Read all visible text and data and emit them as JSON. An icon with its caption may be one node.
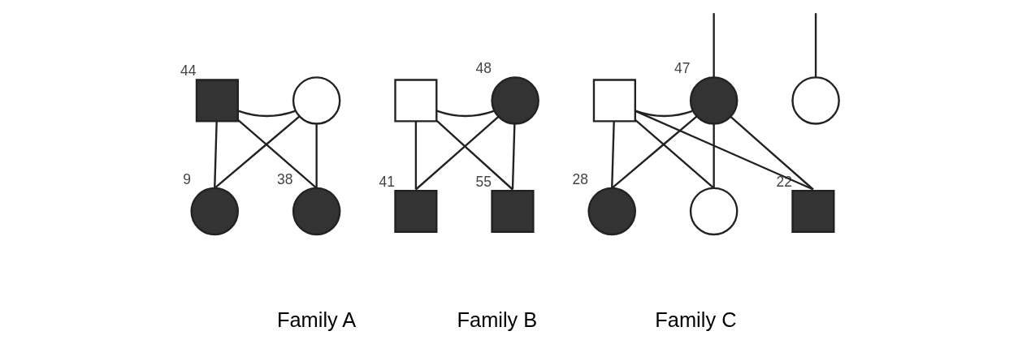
{
  "diagram": {
    "nodes": [
      {
        "text": [],
        "shape": "box",
        "beside": [
          "44"
        ]
      },
      {
        "text": [],
        "shape": "circle"
      },
      {
        "text": [],
        "shape": "circle",
        "beside": [
          "9"
        ]
      },
      {
        "text": [],
        "shape": "circle",
        "beside": [
          "38"
        ]
      },
      {
        "text": [],
        "shape": "box"
      },
      {
        "text": [],
        "shape": "circle",
        "beside": [
          "48"
        ]
      },
      {
        "text": [],
        "shape": "box",
        "beside": [
          "41"
        ]
      },
      {
        "text": [],
        "shape": "box",
        "beside": [
          "55"
        ]
      },
      {
        "text": [],
        "shape": "box"
      },
      {
        "text": [],
        "shape": "circle",
        "beside": [
          "47"
        ]
      },
      {
        "text": [],
        "shape": "circle"
      },
      {
        "text": [],
        "shape": "circle",
        "beside": [
          "28"
        ]
      },
      {
        "text": [],
        "shape": "circle"
      },
      {
        "text": [],
        "shape": "box",
        "beside": [
          "22"
        ]
      }
    ],
    "edges": [
      {
        "from": 0,
        "to": 1,
        "arrow": "none"
      },
      {
        "from": 0,
        "to": 2,
        "arrow": "none"
      },
      {
        "from": 0,
        "to": 3,
        "arrow": "none"
      },
      {
        "from": 1,
        "to": 2,
        "arrow": "none"
      },
      {
        "from": 1,
        "to": 3,
        "arrow": "none"
      },
      {
        "from": 4,
        "to": 5,
        "arrow": "none"
      },
      {
        "from": 4,
        "to": 6,
        "arrow": "none"
      },
      {
        "from": 4,
        "to": 7,
        "arrow": "none"
      },
      {
        "from": 5,
        "to": 6,
        "arrow": "none"
      },
      {
        "from": 5,
        "to": 7,
        "arrow": "none"
      },
      {
        "from": null,
        "to": 9,
        "arrow": "none"
      },
      {
        "from": null,
        "to": 10,
        "arrow": "none"
      },
      {
        "from": 8,
        "to": 9,
        "arrow": "none"
      },
      {
        "from": 8,
        "to": 11,
        "arrow": "none"
      },
      {
        "from": 8,
        "to": 12,
        "arrow": "none"
      },
      {
        "from": 8,
        "to": 13,
        "arrow": "none"
      },
      {
        "from": 9,
        "to": 11,
        "arrow": "none"
      },
      {
        "from": 9,
        "to": 12,
        "arrow": "none"
      },
      {
        "from": 9,
        "to": 13,
        "arrow": "none"
      }
    ],
    "labels": [
      "Family A",
      "Family B",
      "Family C"
    ]
  }
}
